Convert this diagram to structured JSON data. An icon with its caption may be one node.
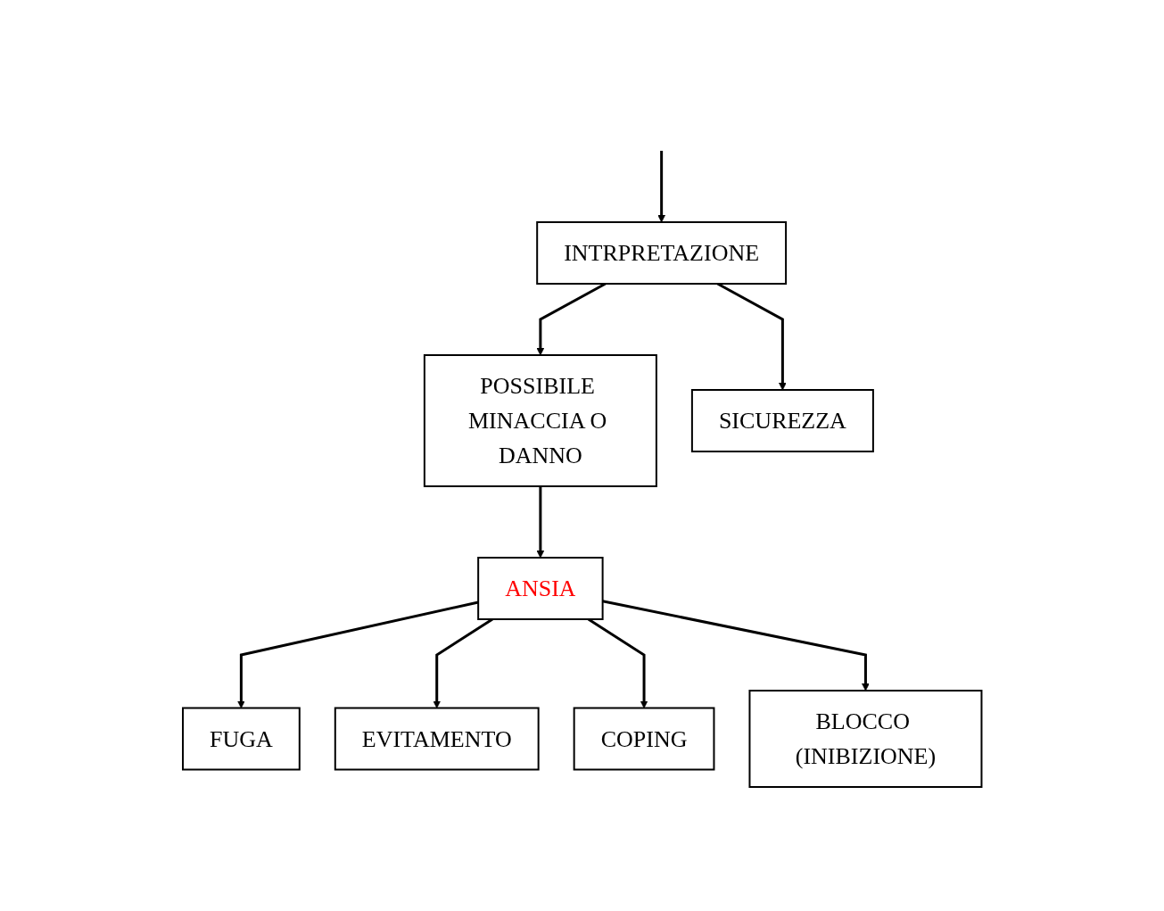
{
  "diagram": {
    "nodes": [
      {
        "text": [
          "INTRPRETAZIONE"
        ]
      },
      {
        "text": [
          "POSSIBILE MINACCIA O DANNO"
        ]
      },
      {
        "text": [
          "SICUREZZA"
        ]
      },
      {
        "text": [
          "ANSIA"
        ]
      },
      {
        "text": [
          "FUGA"
        ]
      },
      {
        "text": [
          "EVITAMENTO"
        ]
      },
      {
        "text": [
          "COPING"
        ]
      },
      {
        "text": [
          "BLOCCO (INIBIZIONE)"
        ]
      }
    ],
    "edges": [
      {
        "from": null,
        "to": 0,
        "arrow": "to"
      },
      {
        "from": 0,
        "to": 1,
        "arrow": "to"
      },
      {
        "from": 0,
        "to": 2,
        "arrow": "to"
      },
      {
        "from": 1,
        "to": 3,
        "arrow": "to"
      },
      {
        "from": 3,
        "to": 4,
        "arrow": "to"
      },
      {
        "from": 3,
        "to": 5,
        "arrow": "to"
      },
      {
        "from": 3,
        "to": 6,
        "arrow": "to"
      },
      {
        "from": 3,
        "to": 7,
        "arrow": "to"
      }
    ]
  }
}
